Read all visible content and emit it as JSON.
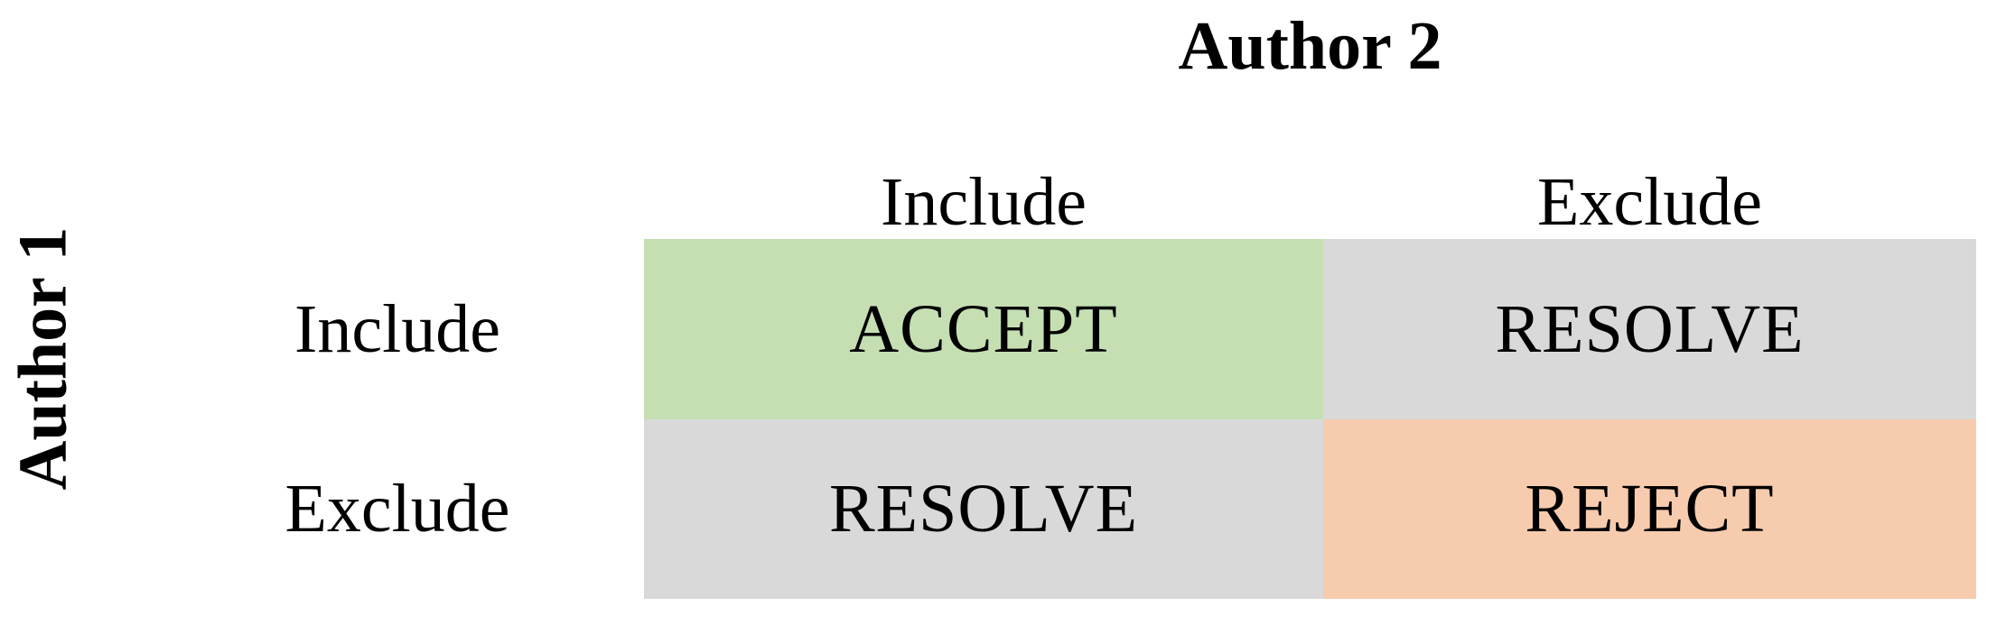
{
  "colors": {
    "accept-bg": "#c5dfb3",
    "resolve-bg": "#d9d9d9",
    "reject-bg": "#f7cbad",
    "text-color": "#000000",
    "page-bg": "#ffffff"
  },
  "matrix": {
    "col_axis_title": "Author 2",
    "row_axis_title": "Author 1",
    "col_headers": [
      "Include",
      "Exclude"
    ],
    "row_headers": [
      "Include",
      "Exclude"
    ],
    "cells": [
      {
        "row": "Include",
        "col": "Include",
        "label": "ACCEPT",
        "status": "accept"
      },
      {
        "row": "Include",
        "col": "Exclude",
        "label": "RESOLVE",
        "status": "resolve"
      },
      {
        "row": "Exclude",
        "col": "Include",
        "label": "RESOLVE",
        "status": "resolve"
      },
      {
        "row": "Exclude",
        "col": "Exclude",
        "label": "REJECT",
        "status": "reject"
      }
    ]
  }
}
